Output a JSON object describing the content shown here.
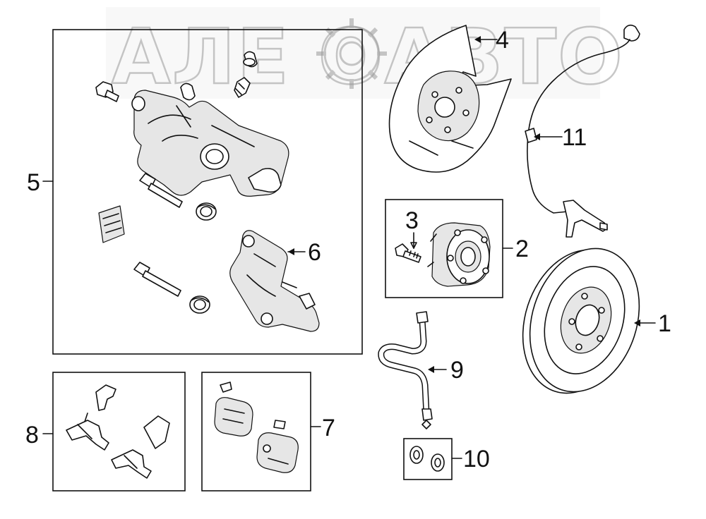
{
  "watermark": "АЛЕ ОАВТО",
  "callouts": {
    "c1": "1",
    "c2": "2",
    "c3": "3",
    "c4": "4",
    "c5": "5",
    "c6": "6",
    "c7": "7",
    "c8": "8",
    "c9": "9",
    "c10": "10",
    "c11": "11"
  }
}
